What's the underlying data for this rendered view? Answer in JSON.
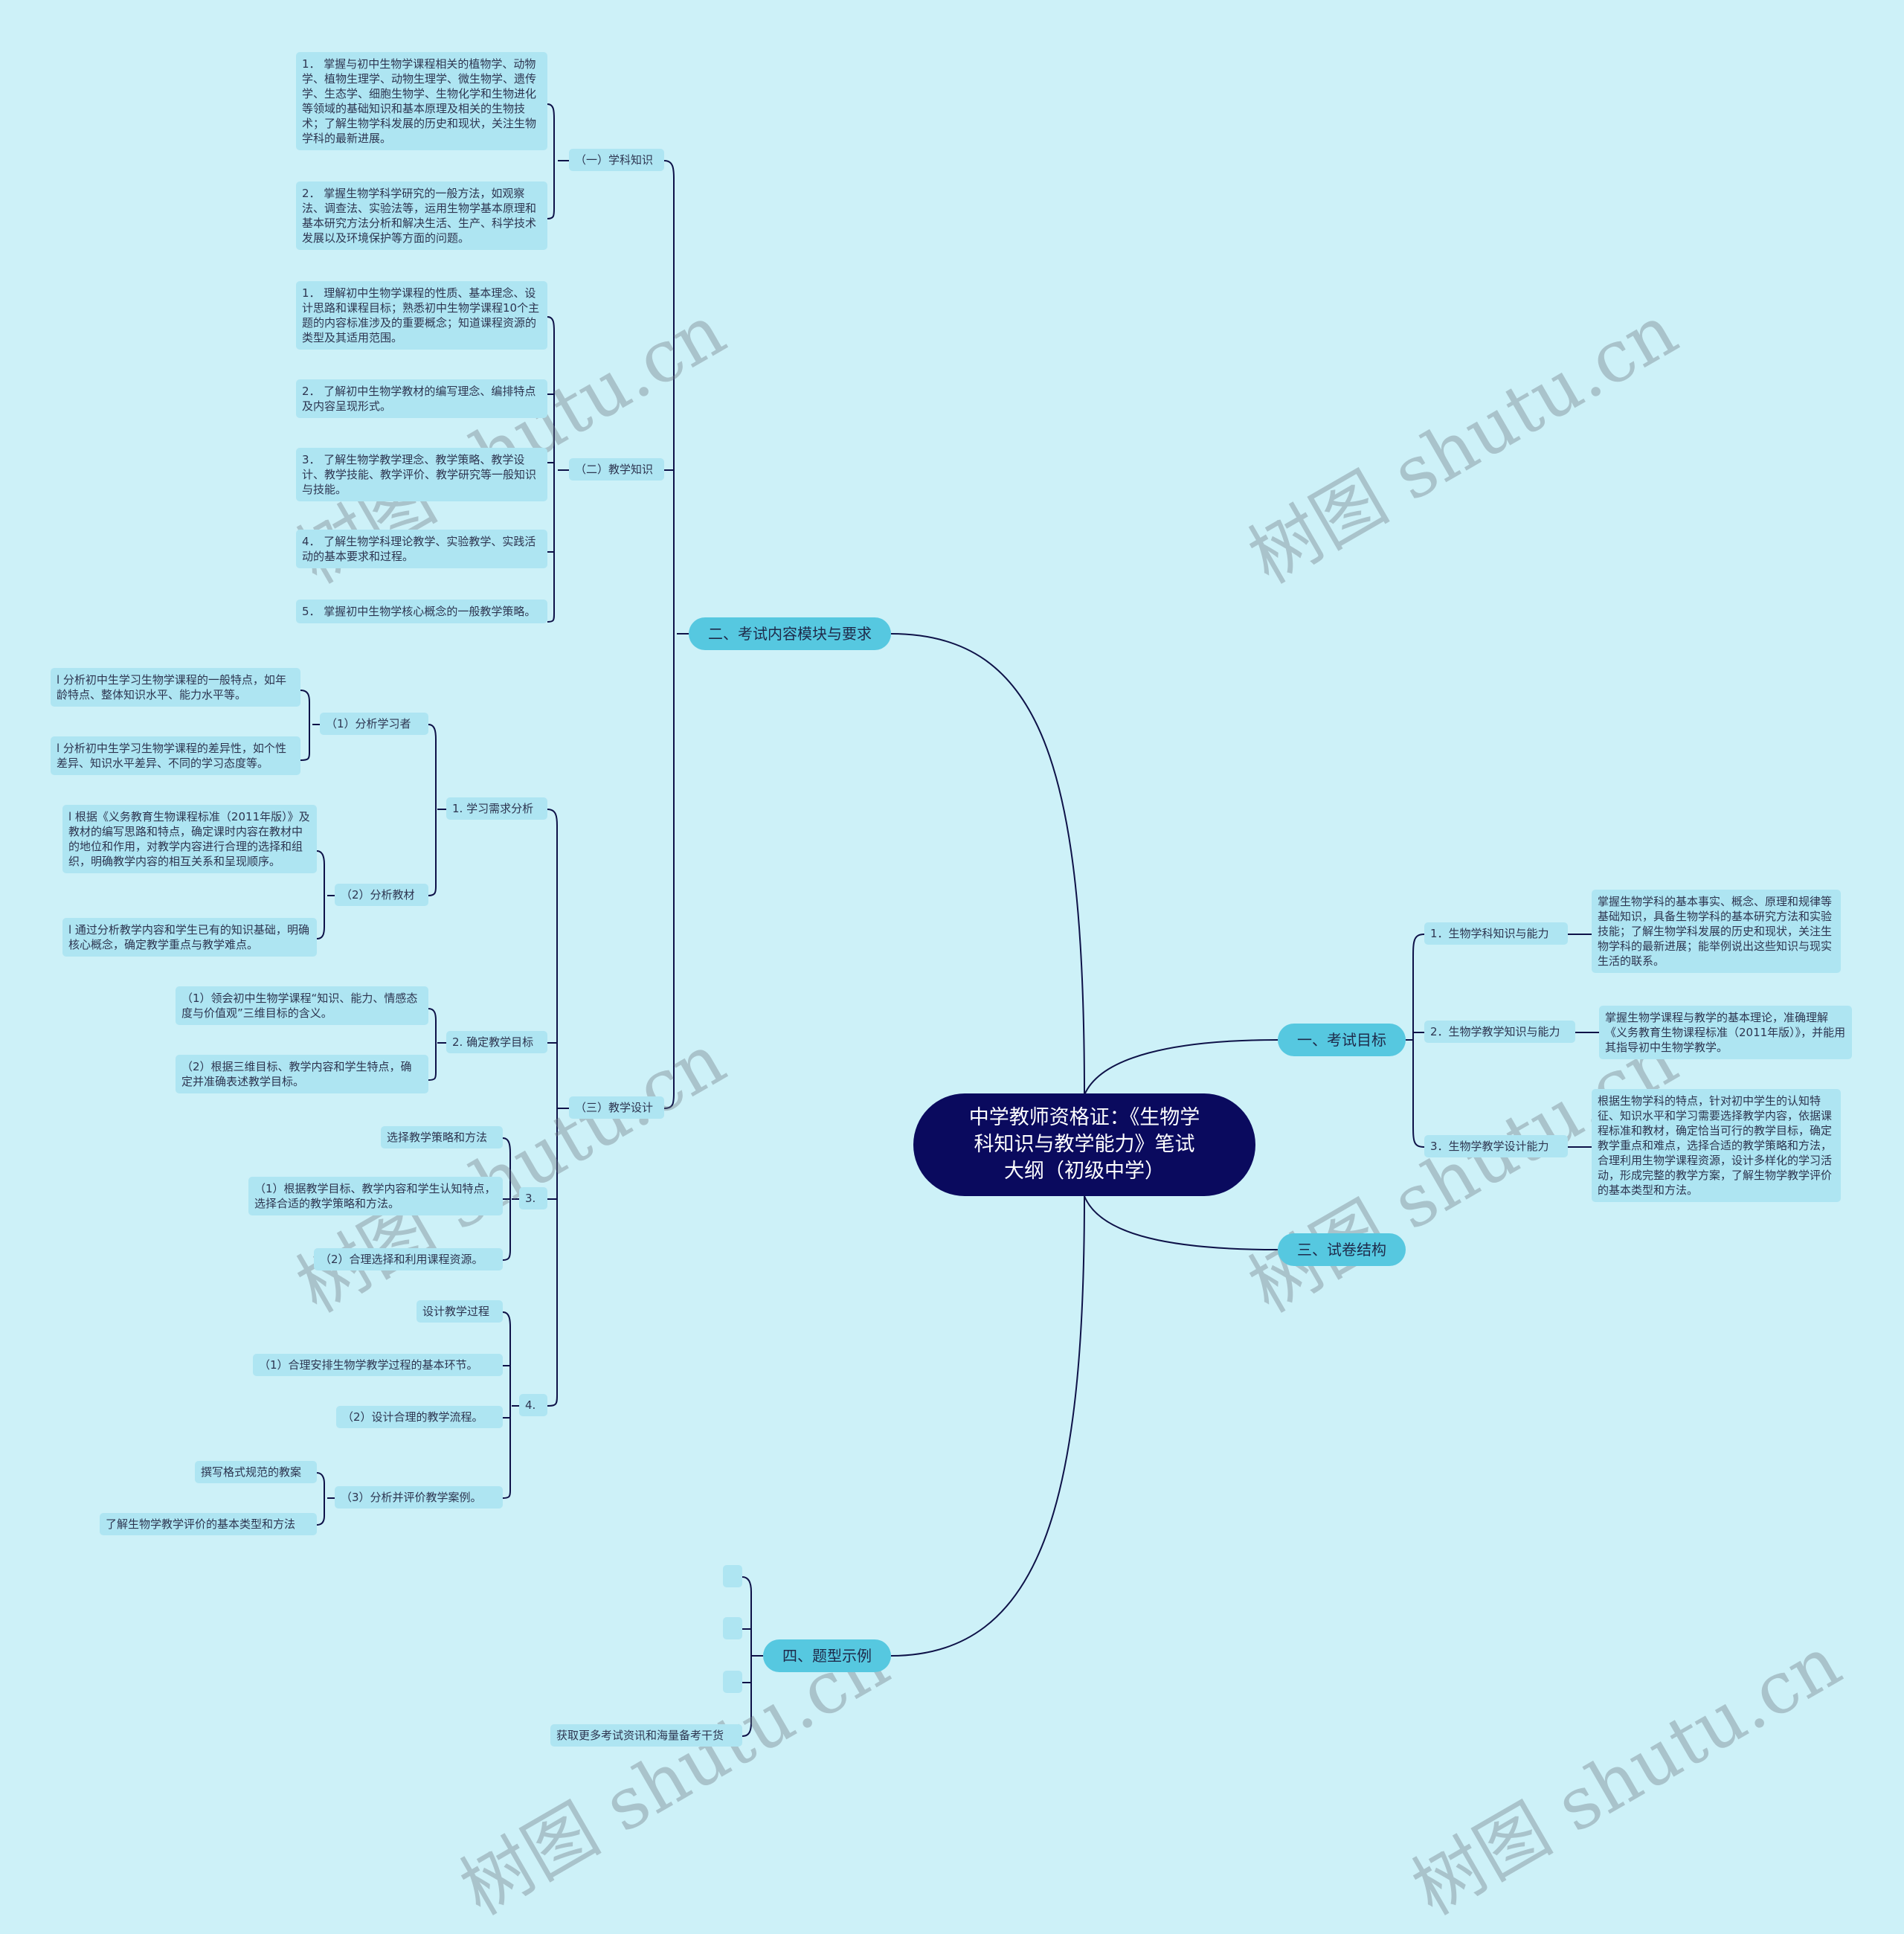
{
  "center": "中学教师资格证：《生物学科知识与教学能力》笔试大纲（初级中学）",
  "main": {
    "exam_goals": "一、考试目标",
    "content": "二、考试内容模块与要求",
    "structure": "三、试卷结构",
    "examples": "四、题型示例"
  },
  "goals": {
    "g1": "1．生物学科知识与能力",
    "g1_desc": "掌握生物学科的基本事实、概念、原理和规律等基础知识，具备生物学科的基本研究方法和实验技能；了解生物学科发展的历史和现状，关注生物学科的最新进展；能举例说出这些知识与现实生活的联系。",
    "g2": "2．生物学教学知识与能力",
    "g2_desc": "掌握生物学课程与教学的基本理论，准确理解《义务教育生物课程标准（2011年版）》，并能用其指导初中生物学教学。",
    "g3": "3．生物学教学设计能力",
    "g3_desc": "根据生物学科的特点，针对初中学生的认知特征、知识水平和学习需要选择教学内容，依据课程标准和教材，确定恰当可行的教学目标，确定教学重点和难点，选择合适的教学策略和方法，合理利用生物学课程资源，设计多样化的学习活动，形成完整的教学方案，了解生物学教学评价的基本类型和方法。"
  },
  "subject": {
    "label": "（一）学科知识",
    "s1": "1．  掌握与初中生物学课程相关的植物学、动物学、植物生理学、动物生理学、微生物学、遗传学、生态学、细胞生物学、生物化学和生物进化等领域的基础知识和基本原理及相关的生物技术；了解生物学科发展的历史和现状，关注生物学科的最新进展。",
    "s2": "2．  掌握生物学科学研究的一般方法，如观察法、调查法、实验法等，运用生物学基本原理和基本研究方法分析和解决生活、生产、科学技术发展以及环境保护等方面的问题。"
  },
  "teaching": {
    "label": "（二）教学知识",
    "t1": "1．  理解初中生物学课程的性质、基本理念、设计思路和课程目标；熟悉初中生物学课程10个主题的内容标准涉及的重要概念；知道课程资源的类型及其适用范围。",
    "t2": "2．  了解初中生物学教材的编写理念、编排特点及内容呈现形式。",
    "t3": "3．  了解生物学教学理念、教学策略、教学设计、教学技能、教学评价、教学研究等一般知识与技能。",
    "t4": "4．  了解生物学科理论教学、实验教学、实践活动的基本要求和过程。",
    "t5": "5．  掌握初中生物学核心概念的一般教学策略。"
  },
  "design": {
    "label": "（三）教学设计",
    "n1": "1. 学习需求分析",
    "a1": "（1）分析学习者",
    "a1_1": "l 分析初中生学习生物学课程的一般特点，如年龄特点、整体知识水平、能力水平等。",
    "a1_2": "l 分析初中生学习生物学课程的差异性，如个性差异、知识水平差异、不同的学习态度等。",
    "a2": "（2）分析教材",
    "a2_1": "l 根据《义务教育生物课程标准（2011年版）》及教材的编写思路和特点，确定课时内容在教材中的地位和作用，对教学内容进行合理的选择和组织，明确教学内容的相互关系和呈现顺序。",
    "a2_2": "l 通过分析教学内容和学生已有的知识基础，明确核心概念，确定教学重点与教学难点。",
    "n2": "2. 确定教学目标",
    "b1": "（1）领会初中生物学课程“知识、能力、情感态度与价值观”三维目标的含义。",
    "b2": "（2）根据三维目标、教学内容和学生特点，确定并准确表述教学目标。",
    "n3": "3.",
    "c0": "选择教学策略和方法",
    "c1": "（1）根据教学目标、教学内容和学生认知特点，选择合适的教学策略和方法。",
    "c2": "（2）合理选择和利用课程资源。",
    "n4": "4.",
    "d0": "设计教学过程",
    "d1": "（1）合理安排生物学教学过程的基本环节。",
    "d2": "（2）设计合理的教学流程。",
    "d3": "（3）分析并评价教学案例。",
    "d3_1": "撰写格式规范的教案",
    "d3_2": "了解生物学教学评价的基本类型和方法"
  },
  "examples": {
    "e1": " ",
    "e2": " ",
    "e3": " ",
    "more": "获取更多考试资讯和海量备考干货"
  },
  "watermark": "树图 shutu.cn",
  "colors": {
    "background": "#cdf1f8",
    "center": "#0a0a5e",
    "main_node": "#56c8e0",
    "leaf": "#aee5f2",
    "line": "#0e1248"
  }
}
